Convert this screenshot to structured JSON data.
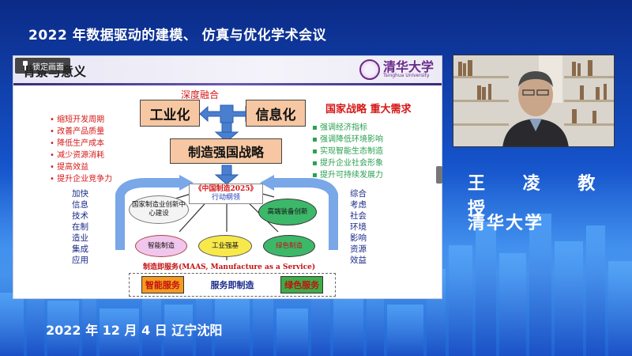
{
  "conference": {
    "title": "2022 年数据驱动的建模、 仿真与优化学术会议",
    "date_location": "2022 年 12 月 4 日  辽宁沈阳"
  },
  "toolbar": {
    "lock_label": "锁定画面",
    "lock_icon": "pin-icon"
  },
  "slide": {
    "heading": "背景与意义",
    "university_cn": "清华大学",
    "university_en": "Tsinghua University",
    "deep_integration": "深度融合",
    "industrialization": "工业化",
    "informatization": "信息化",
    "national_strategy": "国家战略  重大需求",
    "strong_nation": "制造强国战略",
    "left_list": [
      "缩短开发周期",
      "改善产品质量",
      "降低生产成本",
      "减少资源消耗",
      "提高效益",
      "提升企业竞争力"
    ],
    "right_list": [
      "强调经济指标",
      "强调降低环境影响",
      "实现智能生态制造",
      "提升企业社会形象",
      "提升可持续发展力"
    ],
    "left_vertical": [
      "加快",
      "信息",
      "技术",
      "在制",
      "造业",
      "集成",
      "应用"
    ],
    "right_vertical": [
      "综合",
      "考虑",
      "社会",
      "环境",
      "影响",
      "资源",
      "效益"
    ],
    "made_in_china_title": "《中国制造2025》",
    "made_in_china_sub": "行动纲领",
    "oval_innovation": "国家制造业创新中心建设",
    "oval_hightech": "高端装备创新",
    "oval_smart": "智能制造",
    "oval_foundation": "工业强基",
    "oval_green": "绿色制造",
    "maas": "制造即服务(MAAS, Manufacture as a Service)",
    "svc_smart": "智能服务",
    "svc_mfg": "服务即制造",
    "svc_green": "绿色服务",
    "colors": {
      "red": "#d61818",
      "green": "#2aa050",
      "orange_box": "#f6c7a2",
      "arrow_blue": "#4a7fd0"
    }
  },
  "speaker": {
    "name": "王 凌 教授",
    "organization": "清华大学"
  }
}
